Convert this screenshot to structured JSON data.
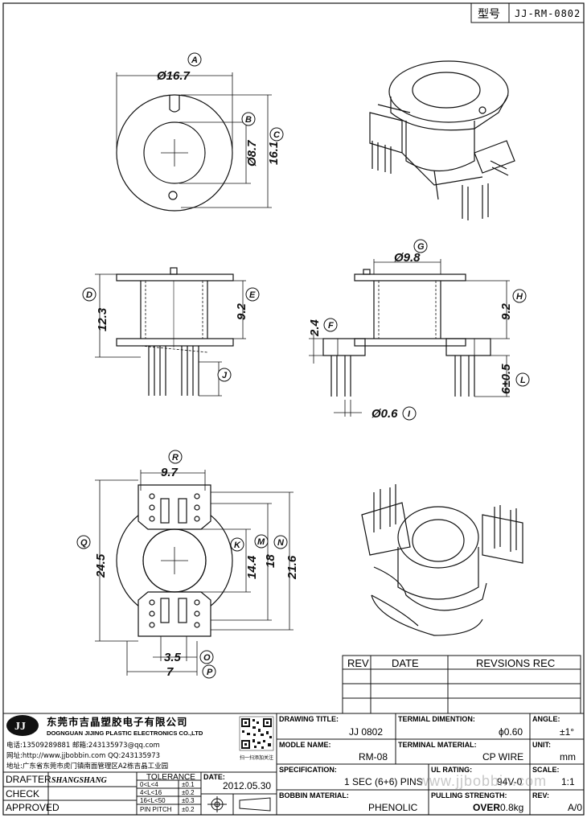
{
  "header": {
    "model_label": "型号",
    "model_value": "JJ-RM-0802"
  },
  "dims": {
    "a": "Ø16.7",
    "b": "Ø8.7",
    "c": "16.1",
    "d": "12.3",
    "e": "9.2",
    "g": "Ø9.8",
    "h": "9.2",
    "f": "2.4",
    "l": "6±0.5",
    "i": "Ø0.6",
    "r": "9.7",
    "q": "24.5",
    "k": "14.4",
    "m": "18",
    "n": "21.6",
    "o": "3.5",
    "p": "7"
  },
  "callouts": {
    "A": "A",
    "B": "B",
    "C": "C",
    "D": "D",
    "E": "E",
    "F": "F",
    "G": "G",
    "H": "H",
    "I": "I",
    "J": "J",
    "K": "K",
    "L": "L",
    "M": "M",
    "N": "N",
    "O": "O",
    "P": "P",
    "Q": "Q",
    "R": "R"
  },
  "revision_table": {
    "headers": [
      "REV",
      "DATE",
      "REVSIONS REC"
    ]
  },
  "company": {
    "logo": "JJ",
    "name_cn": "东莞市吉晶塑胶电子有限公司",
    "name_en": "DOGNGUAN JIJING PLASTIC ELECTRONICS CO.,LTD",
    "phone": "电话:13509289881  邮箱:243135973@qq.com",
    "web": "网址:http://www.jjbobbin.com  QQ:243135973",
    "address": "地址:广东省东莞市虎门镇南面管理区A2栋吉晶工业园",
    "qr_caption": "扫一扫添加关注"
  },
  "title_block": {
    "drafter_label": "DRAFTER",
    "drafter_value": "SHANGSHANG",
    "check_label": "CHECK",
    "approved_label": "APPROVED",
    "tolerance_label": "TOLERANCE",
    "tolerance_rows": [
      {
        "range": "0<L<4",
        "value": "±0.1"
      },
      {
        "range": "4<L<16",
        "value": "±0.2"
      },
      {
        "range": "16<L<50",
        "value": "±0.3"
      },
      {
        "range": "PIN PITCH",
        "value": "±0.2"
      }
    ],
    "date_label": "DATE:",
    "date_value": "2012.05.30",
    "drawing_title_label": "DRAWING TITLE:",
    "drawing_title_value": "JJ  0802",
    "terminal_dimention_label": "TERMIAL DIMENTION:",
    "terminal_dimention_value": "ϕ0.60",
    "angle_label": "ANGLE:",
    "angle_value": "±1°",
    "module_name_label": "MODLE NAME:",
    "module_name_value": "RM-08",
    "terminal_material_label": "TERMINAL MATERIAL:",
    "terminal_material_value": "CP WIRE",
    "unit_label": "UNIT:",
    "unit_value": "mm",
    "specification_label": "SPECIFICATION:",
    "specification_value": "1 SEC (6+6) PINS",
    "ul_rating_label": "UL RATING:",
    "ul_rating_value": "94V-0",
    "scale_label": "SCALE:",
    "scale_value": "1:1",
    "bobbin_material_label": "BOBBIN  MATERIAL:",
    "bobbin_material_value": "PHENOLIC",
    "pulling_strength_label": "PULLING STRENGTH:",
    "pulling_strength_prefix": "OVER",
    "pulling_strength_value": "0.8kg",
    "rev_label": "REV:",
    "rev_value": "A/0"
  },
  "watermark": "www.jjbobbin.com"
}
